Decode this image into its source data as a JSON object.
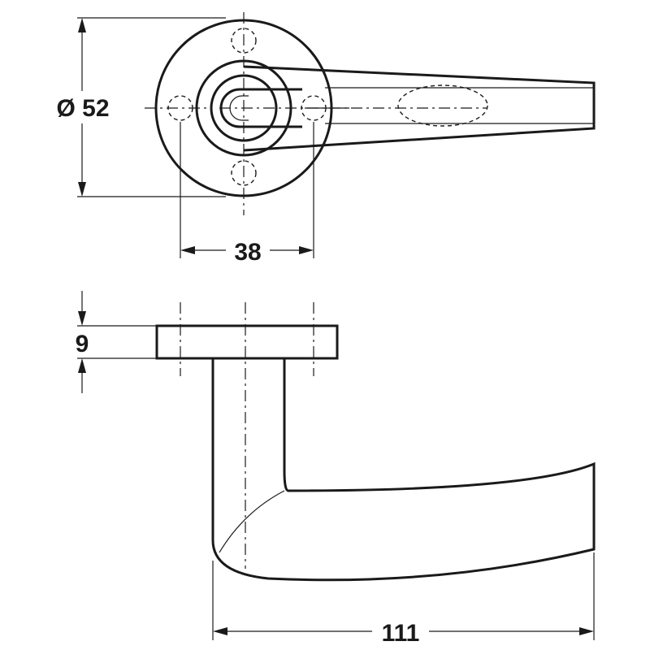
{
  "dimensions": {
    "rose_diameter": "Ø 52",
    "screw_spacing": "38",
    "rose_thickness": "9",
    "lever_length": "111"
  }
}
